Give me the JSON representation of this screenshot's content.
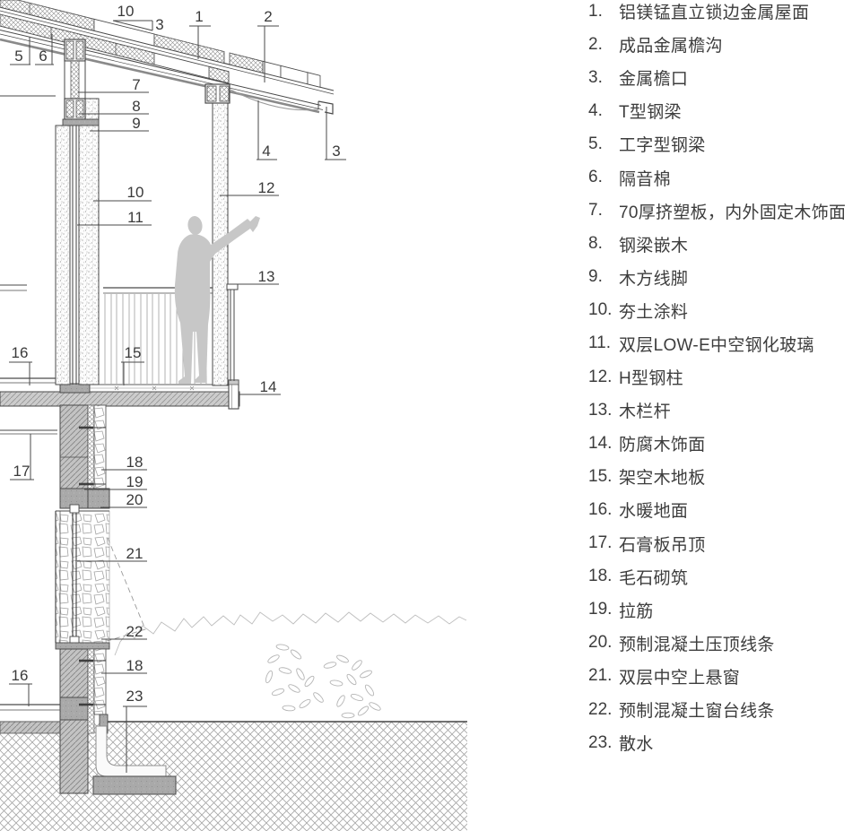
{
  "legend": {
    "items": [
      {
        "num": "1.",
        "text": "铝镁锰直立锁边金属屋面"
      },
      {
        "num": "2.",
        "text": "成品金属檐沟"
      },
      {
        "num": "3.",
        "text": "金属檐口"
      },
      {
        "num": "4.",
        "text": "T型钢梁"
      },
      {
        "num": "5.",
        "text": "工字型钢梁"
      },
      {
        "num": "6.",
        "text": "隔音棉"
      },
      {
        "num": "7.",
        "text": "70厚挤塑板，内外固定木饰面"
      },
      {
        "num": "8.",
        "text": "钢梁嵌木"
      },
      {
        "num": "9.",
        "text": "木方线脚"
      },
      {
        "num": "10.",
        "text": "夯土涂料"
      },
      {
        "num": "11.",
        "text": "双层LOW-E中空钢化玻璃"
      },
      {
        "num": "12.",
        "text": "H型钢柱"
      },
      {
        "num": "13.",
        "text": "木栏杆"
      },
      {
        "num": "14.",
        "text": "防腐木饰面"
      },
      {
        "num": "15.",
        "text": "架空木地板"
      },
      {
        "num": "16.",
        "text": "水暖地面"
      },
      {
        "num": "17.",
        "text": "石膏板吊顶"
      },
      {
        "num": "18.",
        "text": "毛石砌筑"
      },
      {
        "num": "19.",
        "text": "拉筋"
      },
      {
        "num": "20.",
        "text": "预制混凝土压顶线条"
      },
      {
        "num": "21.",
        "text": "双层中空上悬窗"
      },
      {
        "num": "22.",
        "text": "预制混凝土窗台线条"
      },
      {
        "num": "23.",
        "text": "散水"
      }
    ]
  },
  "callouts": {
    "slope_run": "10",
    "slope_rise": "3",
    "l1": "1",
    "l2": "2",
    "l3": "3",
    "l4": "4",
    "l5": "5",
    "l6": "6",
    "l7": "7",
    "l8": "8",
    "l9": "9",
    "l10": "10",
    "l11": "11",
    "l12": "12",
    "l13": "13",
    "l14": "14",
    "l15": "15",
    "l16a": "16",
    "l16b": "16",
    "l17": "17",
    "l18a": "18",
    "l18b": "18",
    "l19": "19",
    "l20": "20",
    "l21": "21",
    "l22": "22",
    "l23": "23"
  },
  "colors": {
    "line": "#4a4a4a",
    "text": "#3a3a3a",
    "legend_text": "#3d3d3d",
    "concrete_fill": "#c3c3c3",
    "slab_fill": "#cccccc",
    "gray_block": "#a9a9a9",
    "person_fill": "#c7c7c7",
    "sketch": "#b5b5b5",
    "background": "#ffffff"
  }
}
